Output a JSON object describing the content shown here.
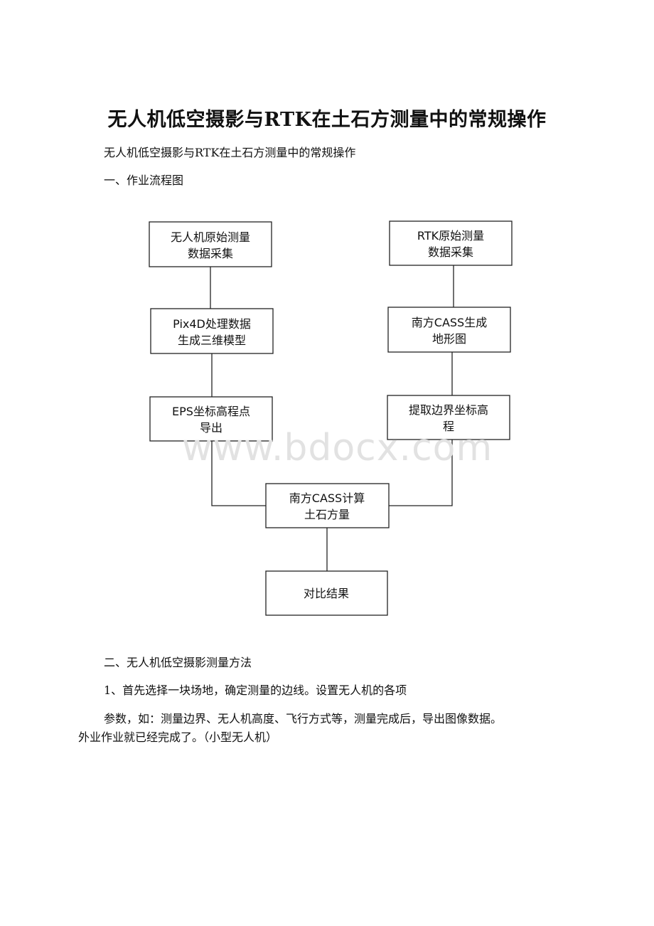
{
  "document": {
    "title": "无人机低空摄影与RTK在土石方测量中的常规操作",
    "subtitle": "无人机低空摄影与RTK在土石方测量中的常规操作",
    "section1_heading": "一、作业流程图",
    "section2_heading": "二、无人机低空摄影测量方法",
    "step1_line1": "1、首先选择一块场地，确定测量的边线。设置无人机的各项",
    "step1_line2": "参数，如：测量边界、无人机高度、飞行方式等，测量完成后，导出图像数据。",
    "step1_line3": "外业作业就已经完成了。（小型无人机）",
    "watermark": "www.bdocx.com"
  },
  "flowchart": {
    "nodes": [
      {
        "id": "uav-capture",
        "lines": [
          "无人机原始测量",
          "数据采集"
        ]
      },
      {
        "id": "pix4d",
        "lines": [
          "Pix4D处理数据",
          "生成三维模型"
        ]
      },
      {
        "id": "eps-export",
        "lines": [
          "EPS坐标高程点",
          "导出"
        ]
      },
      {
        "id": "rtk-capture",
        "lines": [
          "RTK原始测量",
          "数据采集"
        ]
      },
      {
        "id": "cass-map",
        "lines": [
          "南方CASS生成",
          "地形图"
        ]
      },
      {
        "id": "boundary",
        "lines": [
          "提取边界坐标高",
          "程"
        ]
      },
      {
        "id": "cass-calc",
        "lines": [
          "南方CASS计算",
          "土石方量"
        ]
      },
      {
        "id": "compare",
        "lines": [
          "对比结果"
        ]
      }
    ]
  }
}
